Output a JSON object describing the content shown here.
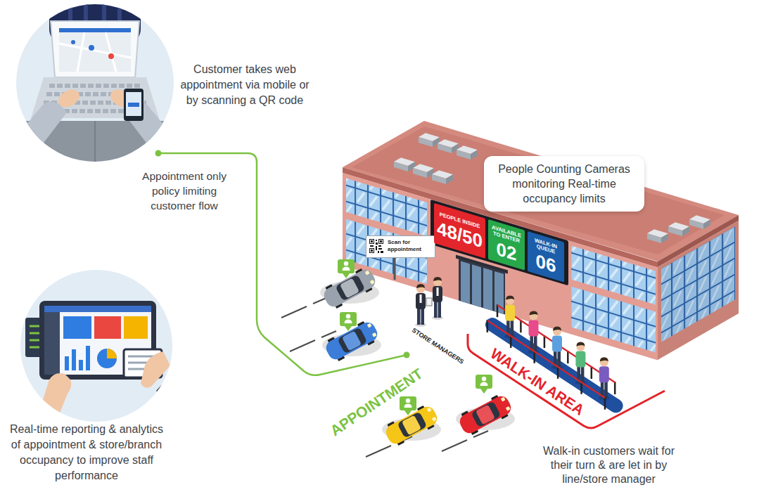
{
  "diagram": {
    "nodes": [
      {
        "text": [
          "People Counting Cameras monitoring Real-time occupancy limits"
        ]
      },
      {
        "text": [
          "Scan for appointment"
        ]
      },
      {
        "text": [
          "PEOPLE INSIDE",
          "48/50"
        ]
      },
      {
        "text": [
          "AVAILABLE TO ENTER",
          "02"
        ]
      },
      {
        "text": [
          "WALK-IN QUEUE",
          "06"
        ]
      }
    ],
    "labels": [
      "Customer takes web appointment via mobile or by scanning a QR code",
      "Appointment only policy limiting customer flow",
      "Real-time reporting & analytics of appointment & store/branch occupancy to improve staff performance",
      "STORE MANAGERS",
      "APPOINTMENT",
      "WALK-IN AREA",
      "Walk-in customers wait for their turn & are let in by line/store manager"
    ]
  }
}
